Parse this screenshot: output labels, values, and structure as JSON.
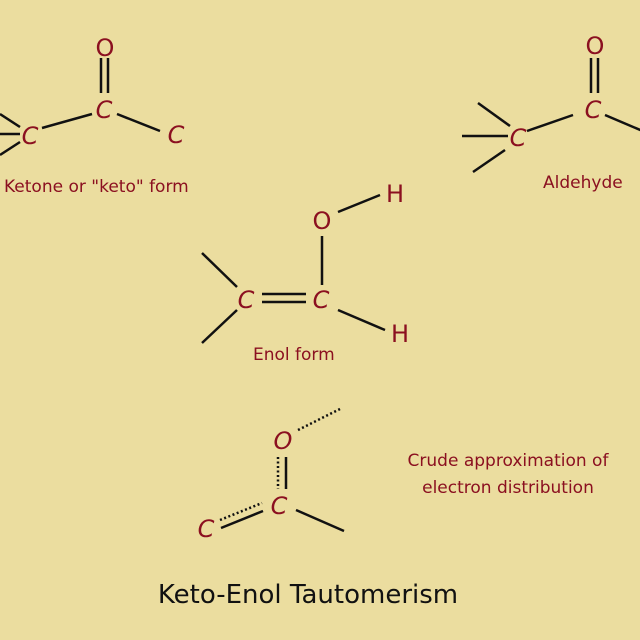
{
  "keto": {
    "o": "O",
    "c1": "C",
    "c2": "C",
    "c3": "C",
    "label": "Ketone or \"keto\" form"
  },
  "aldehyde": {
    "o": "O",
    "c1": "C",
    "c2": "C",
    "label": "Aldehyde"
  },
  "enol": {
    "o": "O",
    "h1": "H",
    "c1": "C",
    "c2": "C",
    "h2": "H",
    "label": "Enol form"
  },
  "resonance": {
    "o": "O",
    "c1": "C",
    "c2": "C",
    "note_line1": "Crude approximation of",
    "note_line2": "electron distribution"
  },
  "title": "Keto-Enol Tautomerism",
  "colors": {
    "background": "#ebdd9f",
    "atom": "#8b1020",
    "bond": "#111111"
  }
}
